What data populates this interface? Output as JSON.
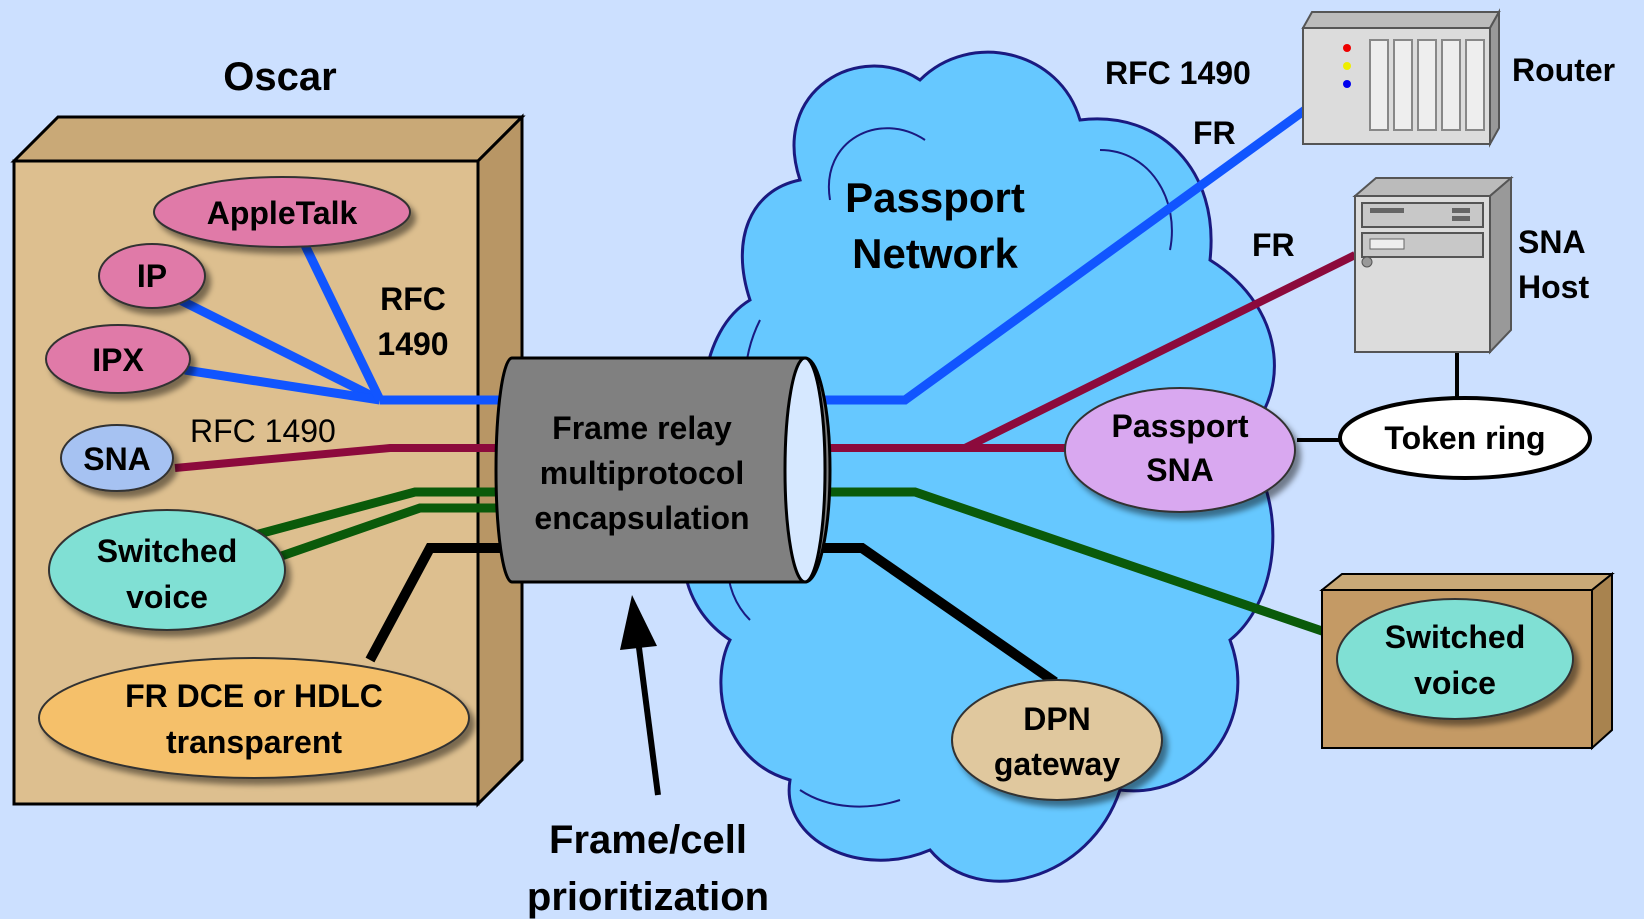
{
  "oscar": {
    "title": "Oscar",
    "appletalk": "AppleTalk",
    "ip": "IP",
    "ipx": "IPX",
    "sna": "SNA",
    "rfc_line1": "RFC",
    "rfc_line2": "1490",
    "rfc_sna": "RFC 1490",
    "switched_voice_line1": "Switched",
    "switched_voice_line2": "voice",
    "fr_dce_line1": "FR DCE or HDLC",
    "fr_dce_line2": "transparent"
  },
  "pipe": {
    "line1": "Frame relay",
    "line2": "multiprotocol",
    "line3": "encapsulation"
  },
  "prioritization": {
    "line1": "Frame/cell",
    "line2": "prioritization"
  },
  "cloud": {
    "line1": "Passport",
    "line2": "Network"
  },
  "right": {
    "rfc1490": "RFC 1490",
    "fr_router": "FR",
    "router": "Router",
    "fr_host": "FR",
    "sna_host_line1": "SNA",
    "sna_host_line2": "Host",
    "passport_sna_line1": "Passport",
    "passport_sna_line2": "SNA",
    "token_ring": "Token ring",
    "switched_voice_line1": "Switched",
    "switched_voice_line2": "voice",
    "dpn_line1": "DPN",
    "dpn_line2": "gateway"
  },
  "colors": {
    "background": "#cce0ff",
    "box": "#ddbf8f",
    "cloud": "#66c8ff",
    "pink": "#e07aa8",
    "sna_bubble": "#a6c2f2",
    "teal": "#80e0d4",
    "orange": "#f5c06a",
    "lavender": "#d9a8f0",
    "tan": "#e0c89e",
    "blue_line": "#1155ff",
    "maroon_line": "#8c0a3c",
    "green_line": "#0a5a0a",
    "black_line": "#000000",
    "pipe": "#808080"
  }
}
